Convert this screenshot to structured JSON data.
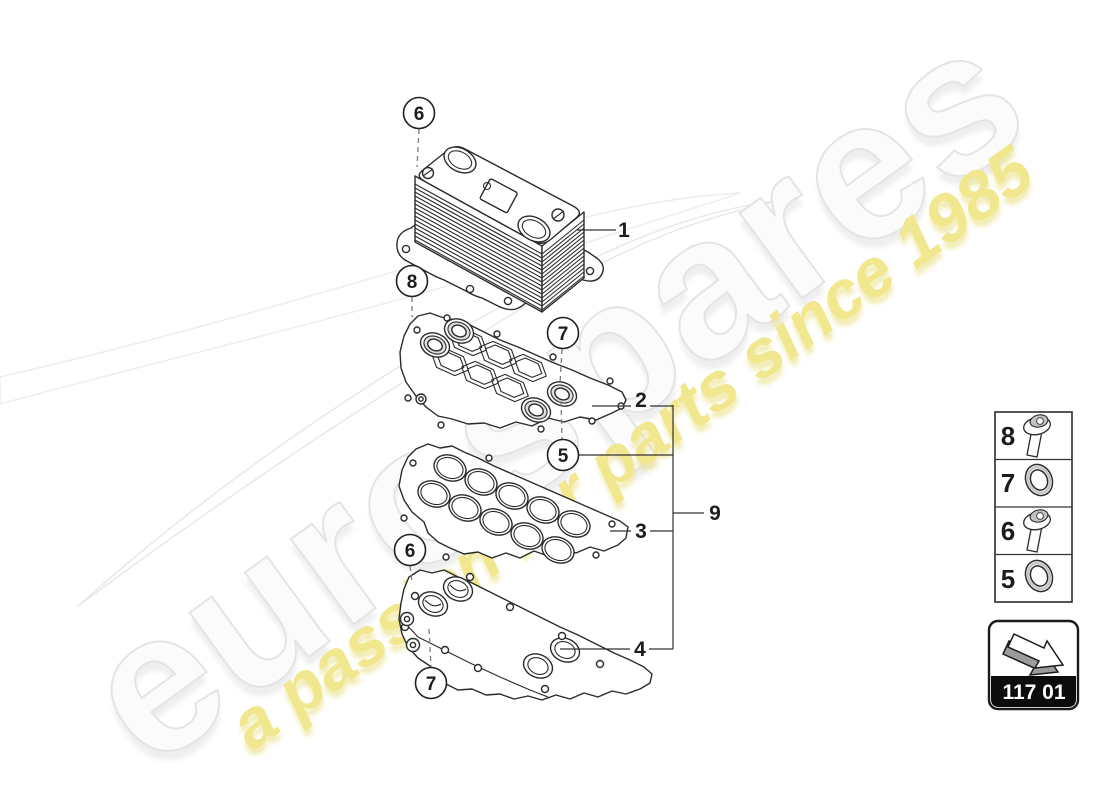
{
  "watermark": {
    "brand_text": "eurospares",
    "tagline_text": "a passion for parts since 1985",
    "brand_color": "#fbfbfb",
    "brand_outline": "#e4e4e4",
    "tagline_color": "#f1e78e"
  },
  "diagram": {
    "line_color": "#2b2b2b",
    "part_labels": [
      {
        "text": "1"
      },
      {
        "text": "2"
      },
      {
        "text": "3"
      },
      {
        "text": "4"
      },
      {
        "text": "9"
      }
    ],
    "callouts": [
      {
        "text": "6"
      },
      {
        "text": "8"
      },
      {
        "text": "7"
      },
      {
        "text": "5"
      },
      {
        "text": "6"
      },
      {
        "text": "7"
      }
    ]
  },
  "legend": {
    "rows": [
      {
        "number": "8",
        "icon": "torx-bolt"
      },
      {
        "number": "7",
        "icon": "o-ring"
      },
      {
        "number": "6",
        "icon": "torx-bolt"
      },
      {
        "number": "5",
        "icon": "o-ring"
      }
    ]
  },
  "part_code": {
    "label": "117 01"
  }
}
